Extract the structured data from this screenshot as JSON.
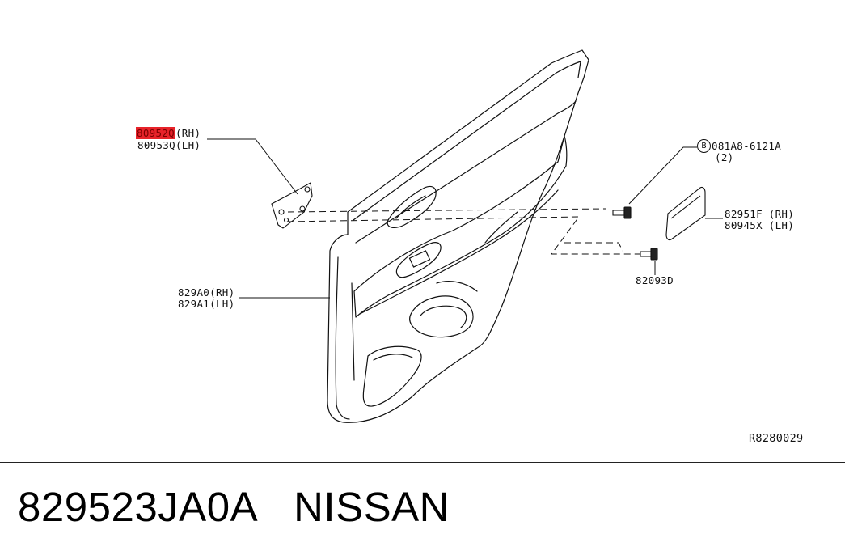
{
  "callouts": {
    "bracket_rh": "80952Q",
    "bracket_rh_suffix": "(RH)",
    "bracket_lh": "80953Q(LH)",
    "trim_rh": "829A0(RH)",
    "trim_lh": "829A1(LH)",
    "bolt_ref_symbol": "B",
    "bolt_ref": "081A8-6121A",
    "bolt_qty": "(2)",
    "finisher_rh": "82951F (RH)",
    "finisher_lh": "80945X (LH)",
    "clip": "82093D"
  },
  "diagram_ref": "R8280029",
  "footer": {
    "part_number": "829523JA0A",
    "brand": "NISSAN"
  },
  "colors": {
    "highlight": "#e8232a",
    "line": "#111111"
  }
}
